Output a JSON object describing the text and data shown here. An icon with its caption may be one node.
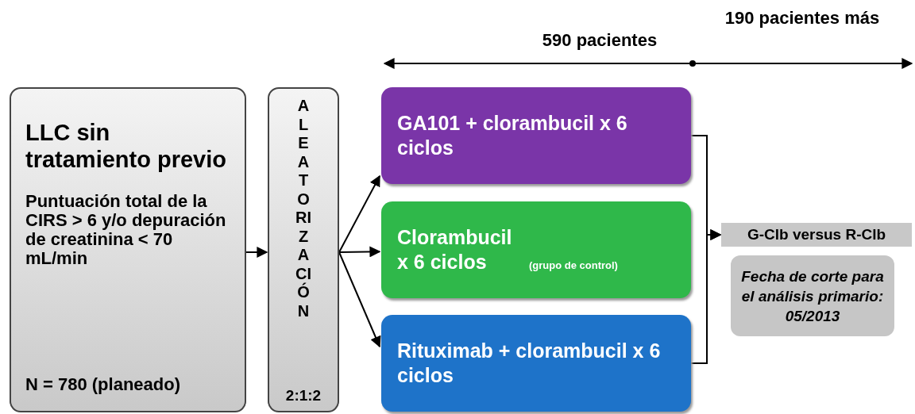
{
  "diagram": {
    "nodes": [
      {
        "text": [
          "LLC sin tratamiento previo",
          "Puntuación total de la CIRS > 6 y/o depuración de creatinina < 70 mL/min",
          "N = 780 (planeado)"
        ]
      },
      {
        "text": [
          "ALEATORIZACIÓN",
          "2:1:2"
        ]
      },
      {
        "text": [
          "GA101 + clorambucil x 6 ciclos"
        ]
      },
      {
        "text": [
          "Clorambucil x 6 ciclos",
          "(grupo de control)"
        ]
      },
      {
        "text": [
          "Rituximab + clorambucil x 6 ciclos"
        ]
      },
      {
        "text": [
          "G-Clb versus R-Clb"
        ]
      },
      {
        "text": [
          "Fecha de corte para el análisis primario: 05/2013"
        ]
      }
    ],
    "edges": [
      {
        "from": 0,
        "to": 1,
        "arrow": "to"
      },
      {
        "from": 1,
        "to": 2,
        "arrow": "to"
      },
      {
        "from": 1,
        "to": 3,
        "arrow": "to"
      },
      {
        "from": 1,
        "to": 4,
        "arrow": "to"
      },
      {
        "from": 2,
        "to": 5,
        "arrow": "to"
      },
      {
        "from": 4,
        "to": 5,
        "arrow": "to"
      }
    ],
    "labels": [
      "590 pacientes",
      "190 pacientes más"
    ]
  }
}
